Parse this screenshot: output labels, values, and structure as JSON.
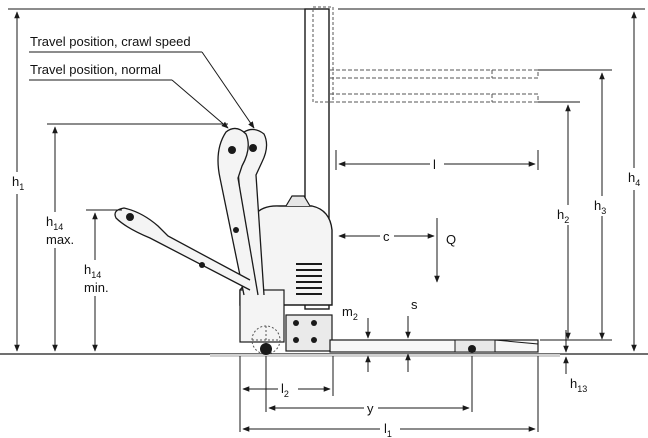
{
  "annotations": {
    "travel_crawl": "Travel position, crawl speed",
    "travel_normal": "Travel position, normal"
  },
  "dimensions": {
    "h1": {
      "base": "h",
      "sub": "1"
    },
    "h4": {
      "base": "h",
      "sub": "4"
    },
    "h14max": {
      "base": "h",
      "sub": "14",
      "extra": "max."
    },
    "h14min": {
      "base": "h",
      "sub": "14",
      "extra": "min."
    },
    "l": {
      "base": "l"
    },
    "c": {
      "base": "c"
    },
    "Q": {
      "base": "Q"
    },
    "h2": {
      "base": "h",
      "sub": "2"
    },
    "h3": {
      "base": "h",
      "sub": "3"
    },
    "m2": {
      "base": "m",
      "sub": "2"
    },
    "s": {
      "base": "s"
    },
    "h13": {
      "base": "h",
      "sub": "13"
    },
    "l2": {
      "base": "l",
      "sub": "2"
    },
    "y": {
      "base": "y"
    },
    "l1": {
      "base": "l",
      "sub": "1"
    }
  },
  "colors": {
    "line": "#1a1a1a",
    "fill_light": "#f2f2f2",
    "fill_mid": "#d9d9d9",
    "dash": "#444444"
  }
}
